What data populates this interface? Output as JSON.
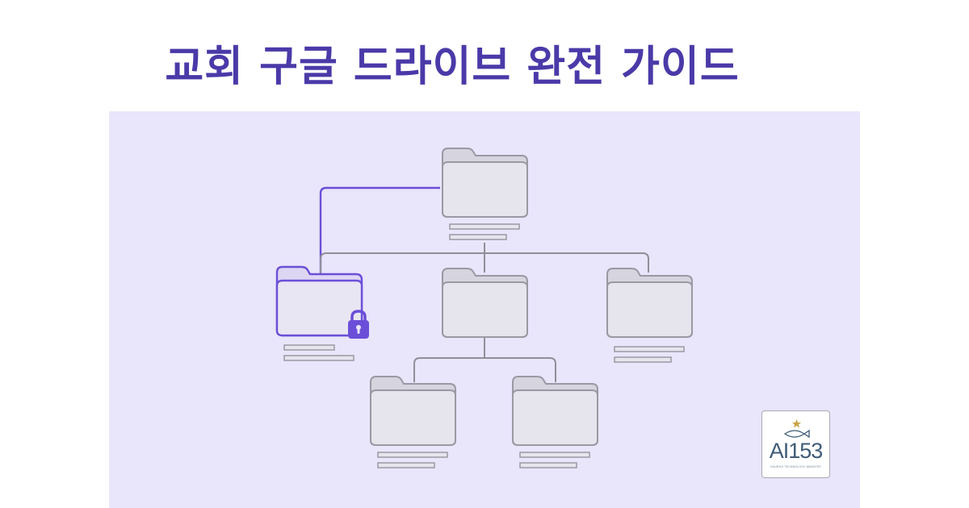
{
  "title": "교회 구글 드라이브 완전 가이드",
  "logo": {
    "text": "AI153",
    "subtitle": "CHURCH TECHNOLOGY MINISTRY",
    "star_color": "#c9a44a",
    "icon": "fish-icon"
  },
  "colors": {
    "title": "#4a3aa8",
    "background": "#e9e5fb",
    "accent": "#6b4fd8",
    "folder_fill": "#e6e4ec",
    "folder_stroke": "#9a99a3",
    "connector": "#8f8f99"
  },
  "diagram": {
    "folders": [
      {
        "id": "root",
        "locked": false,
        "highlighted": false
      },
      {
        "id": "locked",
        "locked": true,
        "highlighted": true
      },
      {
        "id": "middle",
        "locked": false,
        "highlighted": false
      },
      {
        "id": "right",
        "locked": false,
        "highlighted": false
      },
      {
        "id": "child-left",
        "locked": false,
        "highlighted": false
      },
      {
        "id": "child-right",
        "locked": false,
        "highlighted": false
      }
    ],
    "lock_icon": "lock-icon"
  }
}
